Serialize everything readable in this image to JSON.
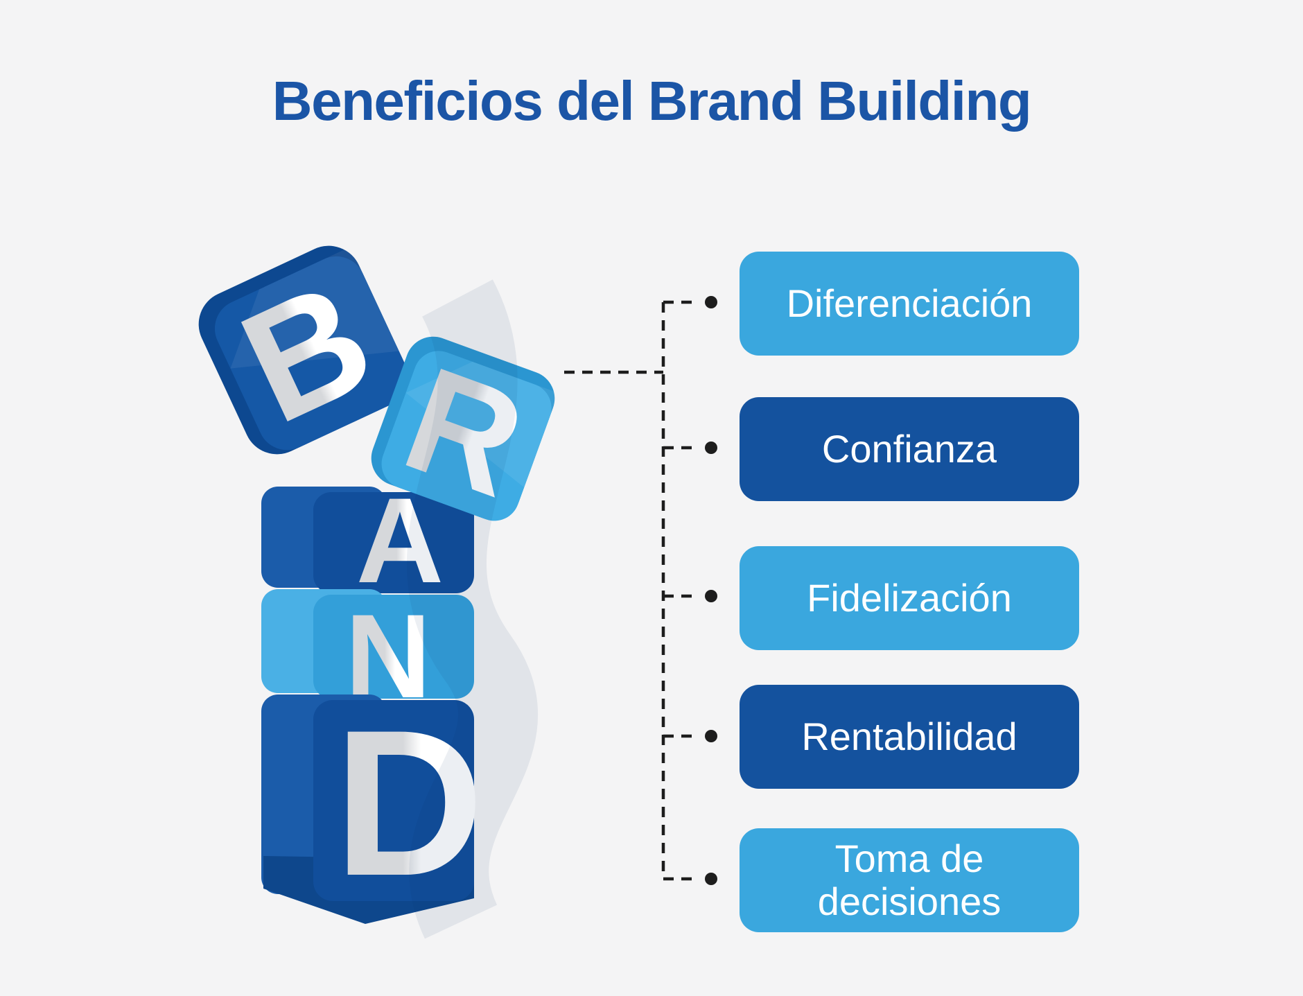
{
  "title": "Beneficios del Brand Building",
  "colors": {
    "background": "#f4f4f5",
    "title_text": "#1b55a6",
    "dark_blue": "#14529e",
    "light_blue": "#3aa7de",
    "connector": "#1d1d1d",
    "button_text": "#ffffff"
  },
  "brand_blocks": {
    "letters": [
      "B",
      "R",
      "A",
      "N",
      "D"
    ]
  },
  "benefits": [
    {
      "label": "Diferenciación",
      "tone": "light"
    },
    {
      "label": "Confianza",
      "tone": "dark"
    },
    {
      "label": "Fidelización",
      "tone": "light"
    },
    {
      "label": "Rentabilidad",
      "tone": "dark"
    },
    {
      "label": "Toma de decisiones",
      "tone": "light"
    }
  ]
}
